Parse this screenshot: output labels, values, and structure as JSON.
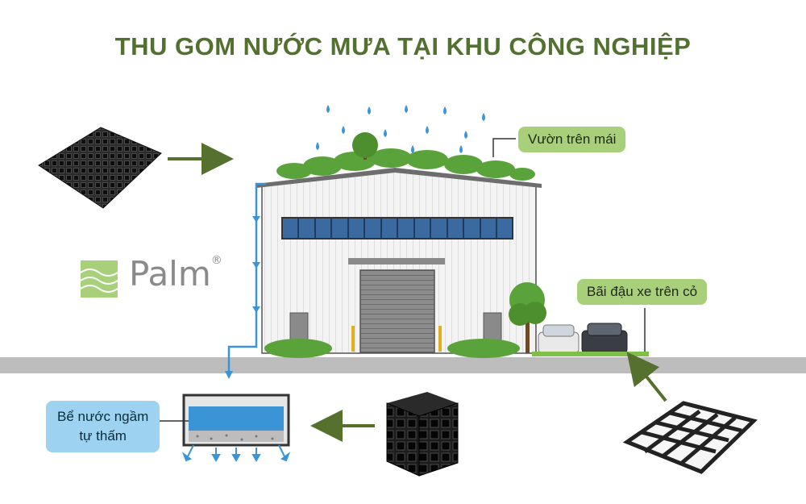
{
  "title": "THU GOM NƯỚC MƯA TẠI KHU CÔNG NGHIỆP",
  "labels": {
    "roof_garden": "Vườn trên mái",
    "parking": "Bãi đậu xe trên cỏ",
    "tank_line1": "Bể nước ngầm",
    "tank_line2": "tự thấm"
  },
  "logo": {
    "name": "Palm",
    "mark": "®"
  },
  "colors": {
    "title": "#52702f",
    "label_green": "#a8cf7a",
    "label_blue": "#9dd3f0",
    "arrow": "#55702f",
    "water": "#3a94d6",
    "ground": "#bdbdbd"
  },
  "icons": [
    "rain-drop-icon",
    "drainage-mat-icon",
    "storage-cube-icon",
    "grass-paver-icon",
    "palm-logo-icon"
  ]
}
